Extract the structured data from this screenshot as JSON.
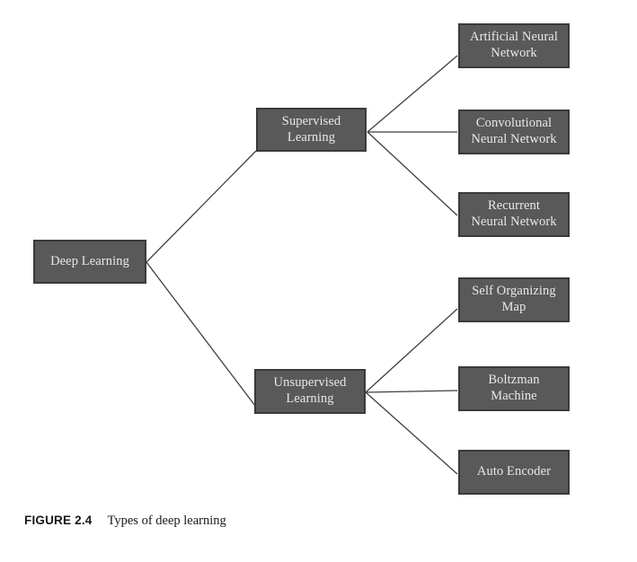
{
  "figure": {
    "label": "FIGURE 2.4",
    "caption": "Types of deep learning",
    "background_color": "#ffffff",
    "node_fill_color": "#5a595a",
    "node_border_color": "#3b3a3b",
    "node_text_color": "#e9e9e9",
    "connector_color": "#3f3f3f",
    "caption_text_color": "#16191c"
  },
  "diagram": {
    "type": "tree",
    "orientation": "left-to-right",
    "root": {
      "id": "deep-learning",
      "label": "Deep Learning"
    },
    "branches": [
      {
        "id": "supervised-learning",
        "label": "Supervised\nLearning",
        "children": [
          {
            "id": "artificial-neural-network",
            "label": "Artificial Neural\nNetwork"
          },
          {
            "id": "convolutional-neural-network",
            "label": "Convolutional\nNeural Network"
          },
          {
            "id": "recurrent-neural-network",
            "label": "Recurrent\nNeural Network"
          }
        ]
      },
      {
        "id": "unsupervised-learning",
        "label": "Unsupervised\nLearning",
        "children": [
          {
            "id": "self-organizing-map",
            "label": "Self Organizing\nMap"
          },
          {
            "id": "boltzman-machine",
            "label": "Boltzman\nMachine"
          },
          {
            "id": "auto-encoder",
            "label": "Auto Encoder"
          }
        ]
      }
    ],
    "edges": [
      {
        "from": "deep-learning",
        "to": "supervised-learning"
      },
      {
        "from": "deep-learning",
        "to": "unsupervised-learning"
      },
      {
        "from": "supervised-learning",
        "to": "artificial-neural-network"
      },
      {
        "from": "supervised-learning",
        "to": "convolutional-neural-network"
      },
      {
        "from": "supervised-learning",
        "to": "recurrent-neural-network"
      },
      {
        "from": "unsupervised-learning",
        "to": "self-organizing-map"
      },
      {
        "from": "unsupervised-learning",
        "to": "boltzman-machine"
      },
      {
        "from": "unsupervised-learning",
        "to": "auto-encoder"
      }
    ]
  }
}
